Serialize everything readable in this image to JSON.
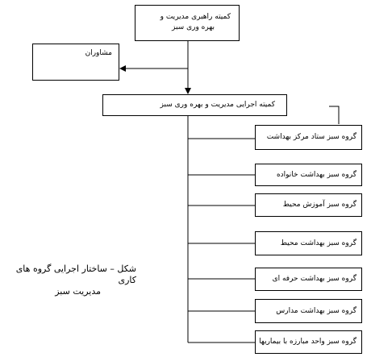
{
  "diagram": {
    "steering_committee": {
      "line1": "کمیته راهبری مدیریت و",
      "line2": "بهره وری سبز"
    },
    "advisors": {
      "label": "مشاوران"
    },
    "executive_committee": {
      "label": "کمیته اجرایی مدیریت و بهره وری سبز"
    },
    "groups": [
      {
        "label": "گروه سبز ستاد مرکز بهداشت"
      },
      {
        "label": "گروه سبز بهداشت خانواده"
      },
      {
        "label": "گروه سبز آموزش محیط"
      },
      {
        "label": "گروه سبز بهداشت محیط"
      },
      {
        "label": "گروه سبز بهداشت حرفه ای"
      },
      {
        "label": "گروه سبز بهداشت مدارس"
      },
      {
        "label": "گروه سبز واحد مبارزه با بیماریها"
      }
    ],
    "caption": {
      "line1": "شکل – ساختار اجرایی گروه های کاری",
      "line2": "مدیریت سبز"
    }
  }
}
